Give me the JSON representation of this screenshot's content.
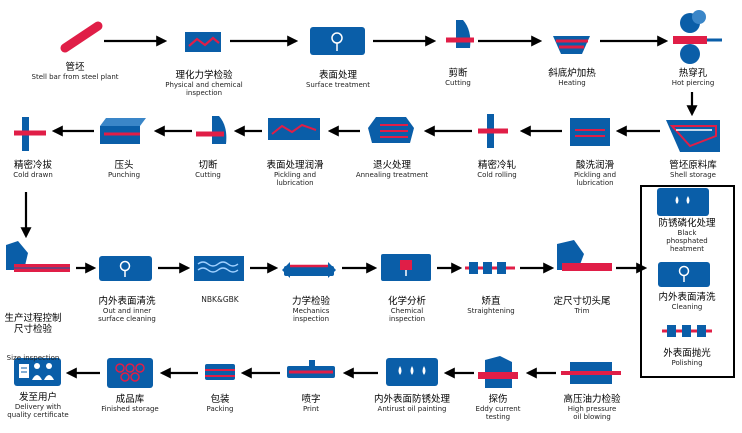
{
  "colors": {
    "blue": "#0a5ea8",
    "red": "#e01e47",
    "arrow": "#000000",
    "text": "#000000"
  },
  "steps": [
    {
      "id": "s1",
      "zh": "管坯",
      "en": [
        "Stell bar from steel plant"
      ],
      "icon": "steel-bar-icon"
    },
    {
      "id": "s2",
      "zh": "理化力学检验",
      "en": [
        "Physical and chemical",
        "inspection"
      ],
      "icon": "physical-inspection-icon"
    },
    {
      "id": "s3",
      "zh": "表面处理",
      "en": [
        "Surface treatment"
      ],
      "icon": "surface-treatment-icon"
    },
    {
      "id": "s4",
      "zh": "剪断",
      "en": [
        "Cutting"
      ],
      "icon": "cutting-icon"
    },
    {
      "id": "s5",
      "zh": "斜底炉加热",
      "en": [
        "Heating"
      ],
      "icon": "furnace-icon"
    },
    {
      "id": "s6",
      "zh": "热穿孔",
      "en": [
        "Hot piercing"
      ],
      "icon": "hot-piercing-icon"
    },
    {
      "id": "s7",
      "zh": "管坯原料库",
      "en": [
        "Shell storage"
      ],
      "icon": "shell-storage-icon"
    },
    {
      "id": "s8",
      "zh": "酸洗润滑",
      "en": [
        "Pickling and",
        "lubrication"
      ],
      "icon": "pickling-icon"
    },
    {
      "id": "s9",
      "zh": "精密冷轧",
      "en": [
        "Cold rolling"
      ],
      "icon": "cold-rolling-icon"
    },
    {
      "id": "s10",
      "zh": "退火处理",
      "en": [
        "Annealing treatment"
      ],
      "icon": "annealing-icon"
    },
    {
      "id": "s11",
      "zh": "表面处理润滑",
      "en": [
        "Pickling and",
        "lubrication"
      ],
      "icon": "pickling-icon"
    },
    {
      "id": "s12",
      "zh": "切断",
      "en": [
        "Cutting"
      ],
      "icon": "cutting-icon"
    },
    {
      "id": "s13",
      "zh": "压头",
      "en": [
        "Punching"
      ],
      "icon": "punching-icon"
    },
    {
      "id": "s14",
      "zh": "精密冷拔",
      "en": [
        "Cold drawn"
      ],
      "icon": "cold-drawn-icon"
    },
    {
      "id": "s15",
      "zh": "生产过程控制\n尺寸检验",
      "en": [
        "Size inspection"
      ],
      "icon": "size-inspection-icon"
    },
    {
      "id": "s16",
      "zh": "内外表面清洗",
      "en": [
        "Out and inner",
        "surface cleaning"
      ],
      "icon": "cleaning-icon"
    },
    {
      "id": "s17",
      "zh": "",
      "en": [
        "NBK&GBK"
      ],
      "icon": "nbk-gbk-icon"
    },
    {
      "id": "s18",
      "zh": "力学检验",
      "en": [
        "Mechanics",
        "inspection"
      ],
      "icon": "mechanics-icon"
    },
    {
      "id": "s19",
      "zh": "化学分析",
      "en": [
        "Chemical",
        "inspection"
      ],
      "icon": "chemical-icon"
    },
    {
      "id": "s20",
      "zh": "矫直",
      "en": [
        "Straightening"
      ],
      "icon": "straightening-icon"
    },
    {
      "id": "s21",
      "zh": "定尺寸切头尾",
      "en": [
        "Trim"
      ],
      "icon": "trim-icon"
    },
    {
      "id": "s22",
      "zh": "防锈磷化处理",
      "en": [
        "Black",
        "phosphated",
        "heatment"
      ],
      "icon": "phosphating-icon"
    },
    {
      "id": "s23",
      "zh": "内外表面清洗",
      "en": [
        "Cleaning"
      ],
      "icon": "cleaning-icon"
    },
    {
      "id": "s24",
      "zh": "外表面抛光",
      "en": [
        "Polishing"
      ],
      "icon": "polishing-icon"
    },
    {
      "id": "s25",
      "zh": "高压油力检验",
      "en": [
        "High pressure",
        "oil blowing"
      ],
      "icon": "pressure-test-icon"
    },
    {
      "id": "s26",
      "zh": "探伤",
      "en": [
        "Eddy current",
        "testing"
      ],
      "icon": "eddy-current-icon"
    },
    {
      "id": "s27",
      "zh": "内外表面防锈处理",
      "en": [
        "Antirust oil painting"
      ],
      "icon": "antirust-icon"
    },
    {
      "id": "s28",
      "zh": "喷字",
      "en": [
        "Print"
      ],
      "icon": "print-icon"
    },
    {
      "id": "s29",
      "zh": "包装",
      "en": [
        "Packing"
      ],
      "icon": "packing-icon"
    },
    {
      "id": "s30",
      "zh": "成品库",
      "en": [
        "Finished storage"
      ],
      "icon": "finished-storage-icon"
    },
    {
      "id": "s31",
      "zh": "发至用户",
      "en": [
        "Delivery with",
        "quality certificate"
      ],
      "icon": "delivery-icon"
    }
  ]
}
